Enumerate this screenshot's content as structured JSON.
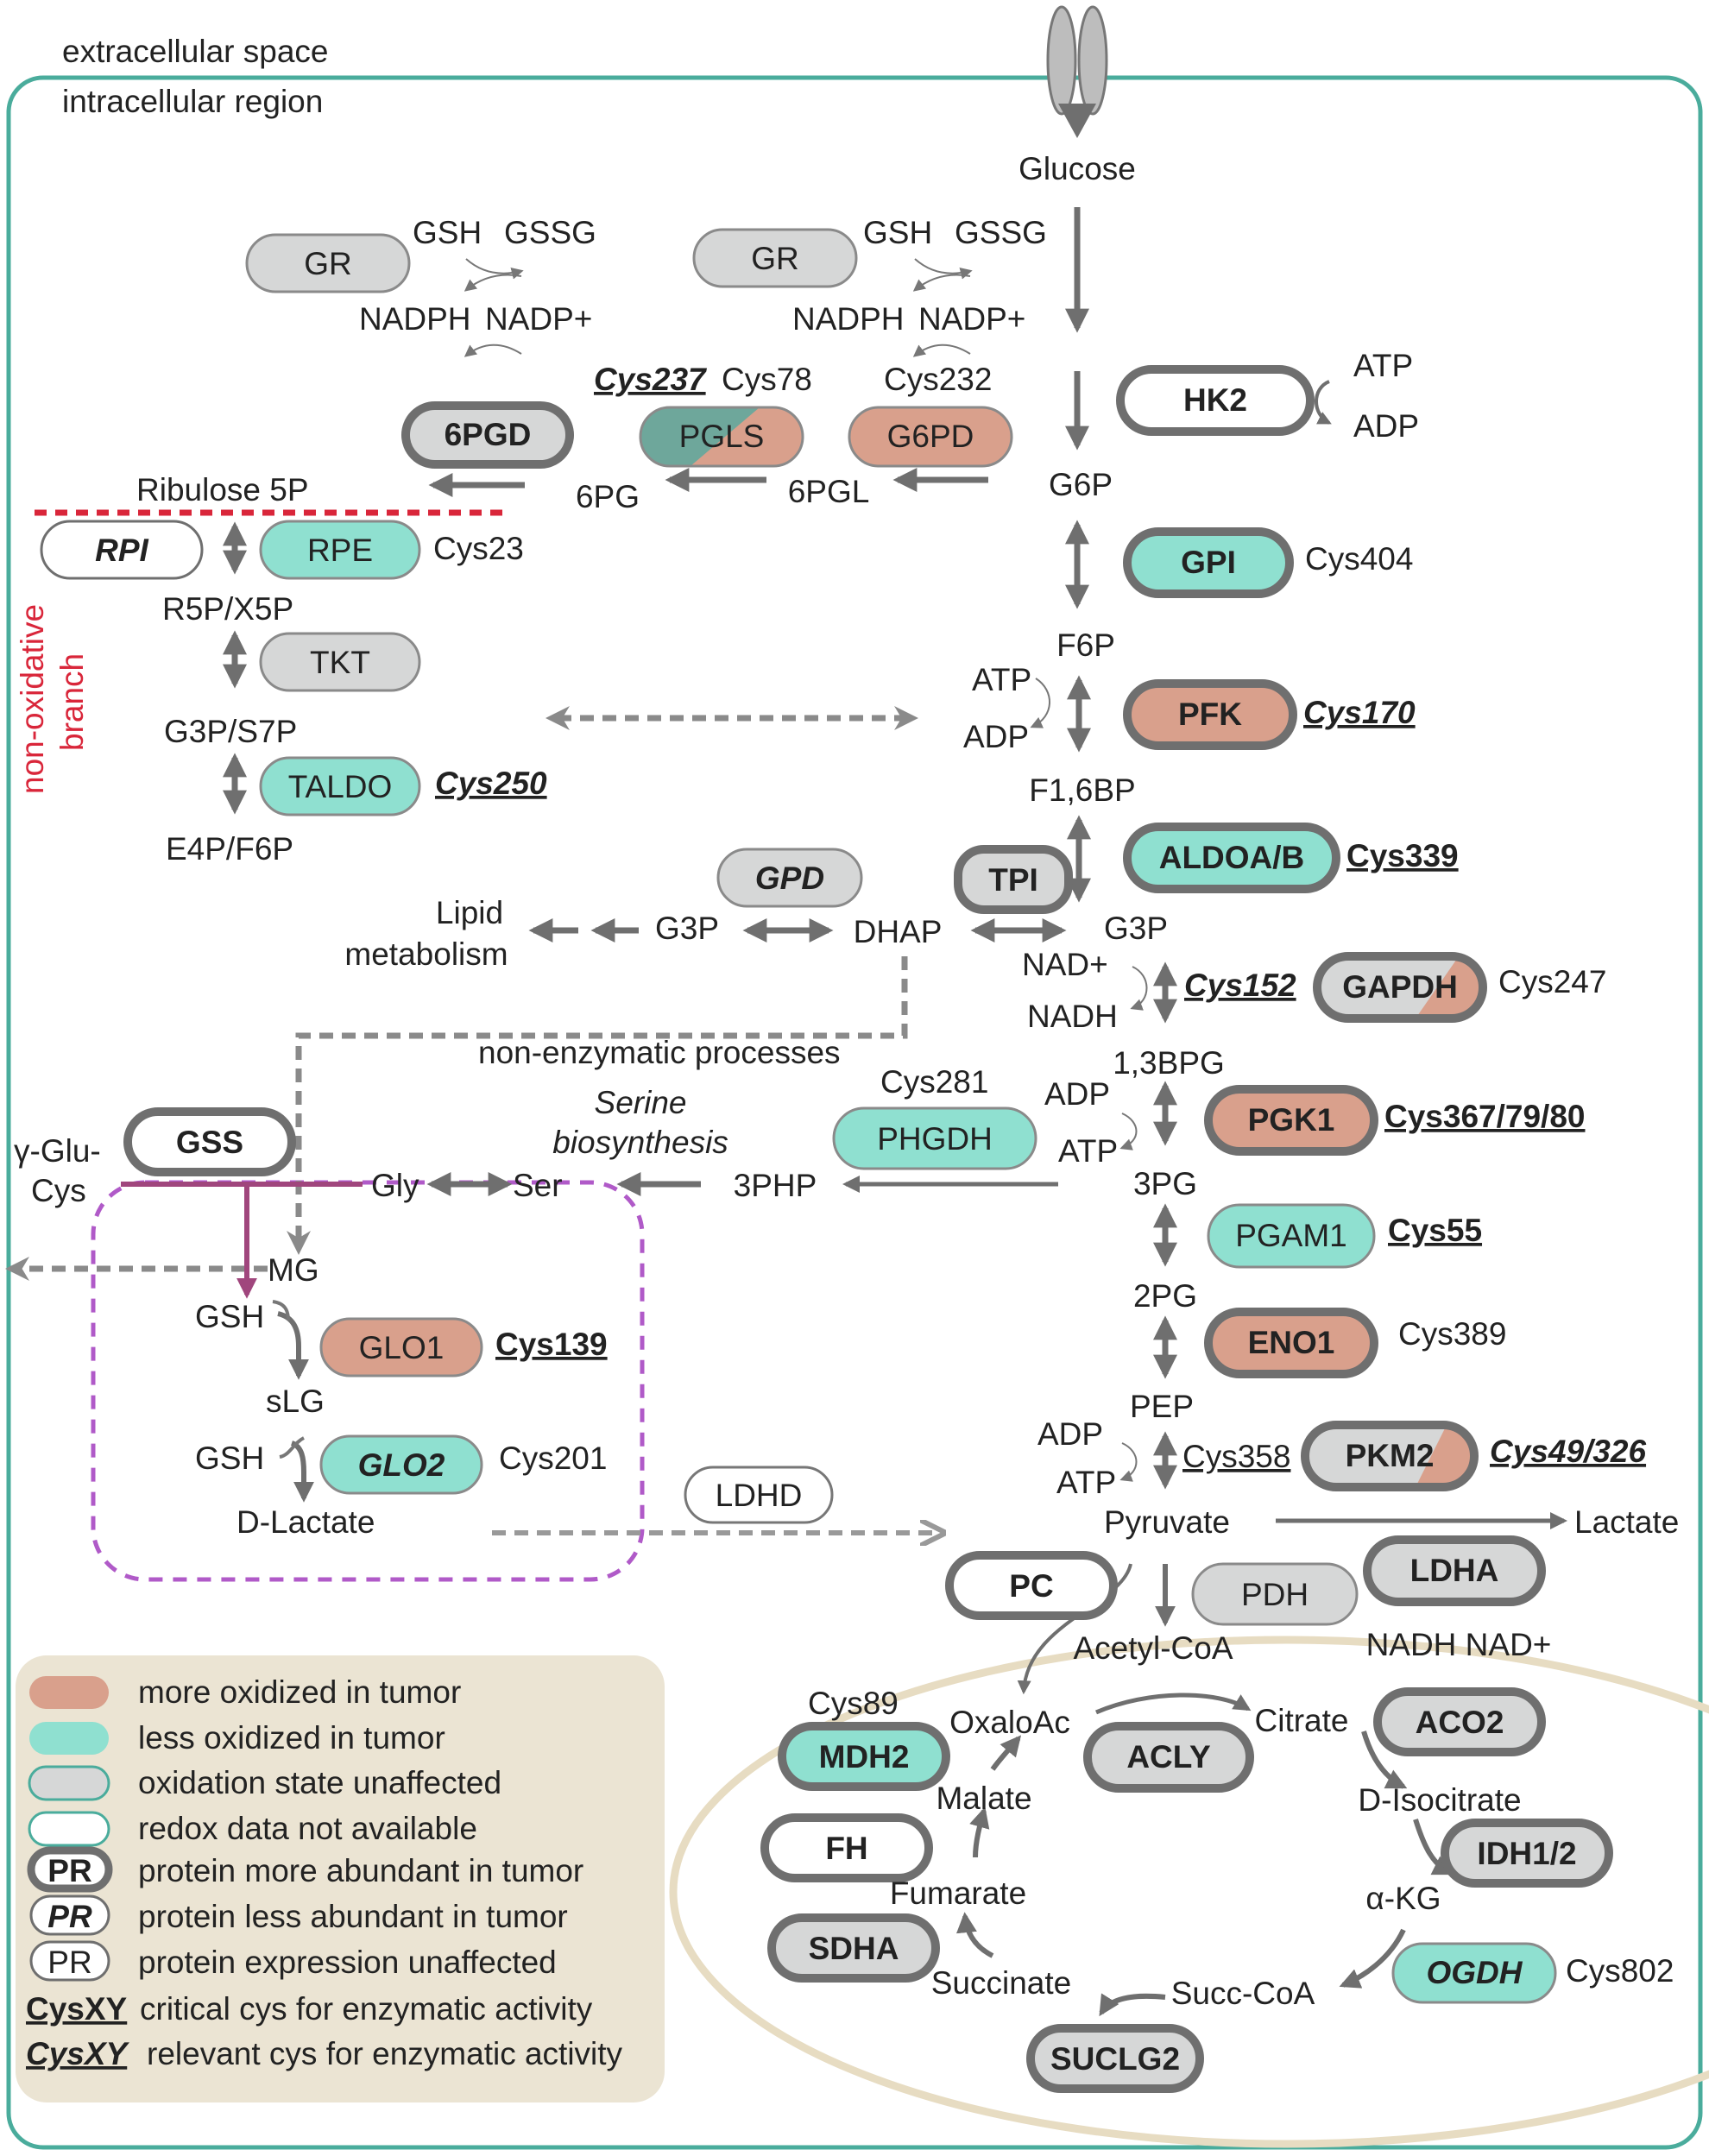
{
  "colors": {
    "oxidized": "#d9a08c",
    "reduced": "#8fe0d0",
    "unaffected": "#d6d7d7",
    "unavailable": "#ffffff",
    "cell_border": "#4aac9c",
    "oxidative_branch_line": "#d9263a",
    "glyoxalase_box": "#b05ac8",
    "gss_arrow": "#a0467d",
    "mito": "#e7dcc2",
    "legend_bg": "#ebe4d3"
  },
  "region": {
    "extracellular": "extracellular space",
    "intracellular": "intracellular region",
    "nonox_line1": "non-oxidative",
    "nonox_line2": "branch"
  },
  "labels": {
    "glucose": "Glucose",
    "gsh": "GSH",
    "gssg": "GSSG",
    "nadph": "NADPH",
    "nadp": "NADP+",
    "g6p": "G6P",
    "pgl6": "6PGL",
    "pg6": "6PG",
    "ribulose": "Ribulose 5P",
    "r5p": "R5P/X5P",
    "g3ps7p": "G3P/S7P",
    "e4p": "E4P/F6P",
    "f6p": "F6P",
    "atp": "ATP",
    "adp": "ADP",
    "f16bp": "F1,6BP",
    "g3p": "G3P",
    "dhap": "DHAP",
    "lipid1": "Lipid",
    "lipid2": "metabolism",
    "nad": "NAD+",
    "nadh": "NADH",
    "nonenz": "non-enzymatic processes",
    "bpg13": "1,3BPG",
    "serine1": "Serine",
    "serine2": "biosynthesis",
    "glucys1": "γ-Glu-",
    "glucys2": "Cys",
    "gly": "Gly",
    "ser": "Ser",
    "php3": "3PHP",
    "pg3": "3PG",
    "mg": "MG",
    "pg2": "2PG",
    "slg": "sLG",
    "dlactate": "D-Lactate",
    "pep": "PEP",
    "pyruvate": "Pyruvate",
    "lactate": "Lactate",
    "acetylcoa": "Acetyl-CoA",
    "nadh_nad": "NADH NAD+",
    "oxaloac": "OxaloAc",
    "citrate": "Citrate",
    "malate": "Malate",
    "disocitrate": "D-Isocitrate",
    "fumarate": "Fumarate",
    "akg": "α-KG",
    "succinate": "Succinate",
    "succcoa": "Succ-CoA"
  },
  "enzymes": {
    "gr": "GR",
    "pgd6": "6PGD",
    "pgls": "PGLS",
    "g6pd": "G6PD",
    "hk2": "HK2",
    "rpi": "RPI",
    "rpe": "RPE",
    "gpi": "GPI",
    "tkt": "TKT",
    "pfk": "PFK",
    "taldo": "TALDO",
    "gpd": "GPD",
    "tpi": "TPI",
    "aldoa": "ALDOA/B",
    "gapdh": "GAPDH",
    "phgdh": "PHGDH",
    "gss": "GSS",
    "pgk1": "PGK1",
    "pgam1": "PGAM1",
    "glo1": "GLO1",
    "eno1": "ENO1",
    "glo2": "GLO2",
    "pkm2": "PKM2",
    "ldhd": "LDHD",
    "pc": "PC",
    "pdh": "PDH",
    "ldha": "LDHA",
    "mdh2": "MDH2",
    "acly": "ACLY",
    "aco2": "ACO2",
    "fh": "FH",
    "idh": "IDH1/2",
    "sdha": "SDHA",
    "ogdh": "OGDH",
    "suclg2": "SUCLG2"
  },
  "cysteines": {
    "cys237": "Cys237",
    "cys78": "Cys78",
    "cys232": "Cys232",
    "cys23": "Cys23",
    "cys404": "Cys404",
    "cys170": "Cys170",
    "cys250": "Cys250",
    "cys339": "Cys339",
    "cys152": "Cys152",
    "cys247": "Cys247",
    "cys281": "Cys281",
    "cys367": "Cys367/79/80",
    "cys55": "Cys55",
    "cys139": "Cys139",
    "cys389": "Cys389",
    "cys201": "Cys201",
    "cys358": "Cys358",
    "cys49": "Cys49/326",
    "cys89": "Cys89",
    "cys802": "Cys802"
  },
  "legend": {
    "items": [
      "more oxidized in tumor",
      "less oxidized in tumor",
      "oxidation state unaffected",
      "redox data not available",
      "protein more abundant in tumor",
      "protein less abundant in tumor",
      "protein expression unaffected",
      "critical cys for enzymatic activity",
      "relevant cys for enzymatic activity"
    ],
    "pr": "PR",
    "cysxy": "CysXY"
  }
}
